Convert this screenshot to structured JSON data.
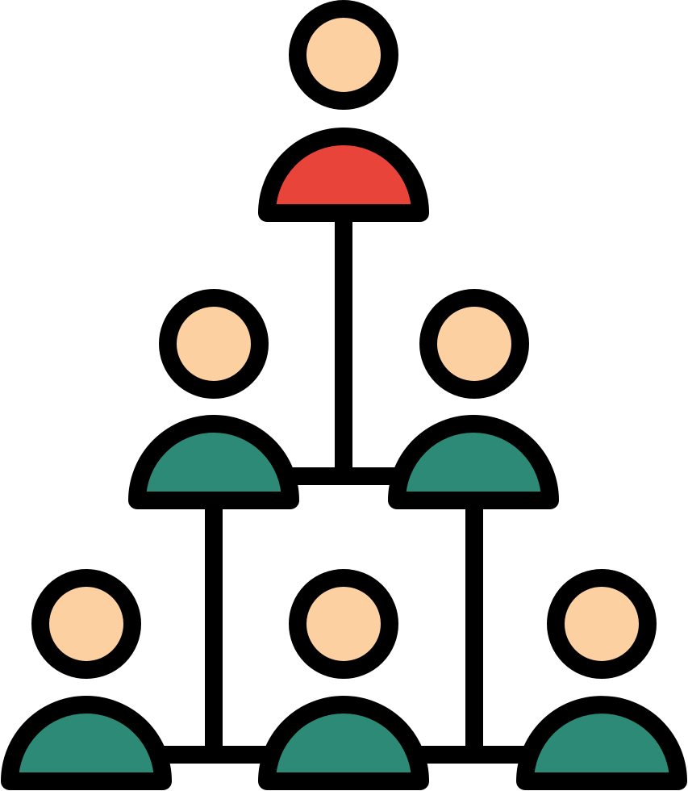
{
  "icon": {
    "name": "organization-hierarchy-icon",
    "colors": {
      "outline": "#000000",
      "head": "#FDD0A2",
      "leader_body": "#E8443A",
      "member_body": "#2C8A76",
      "background": "#FFFFFF"
    },
    "people": [
      {
        "role": "leader",
        "level": 0
      },
      {
        "role": "member",
        "level": 1
      },
      {
        "role": "member",
        "level": 1
      },
      {
        "role": "member",
        "level": 2
      },
      {
        "role": "member",
        "level": 2
      },
      {
        "role": "member",
        "level": 2
      }
    ]
  }
}
